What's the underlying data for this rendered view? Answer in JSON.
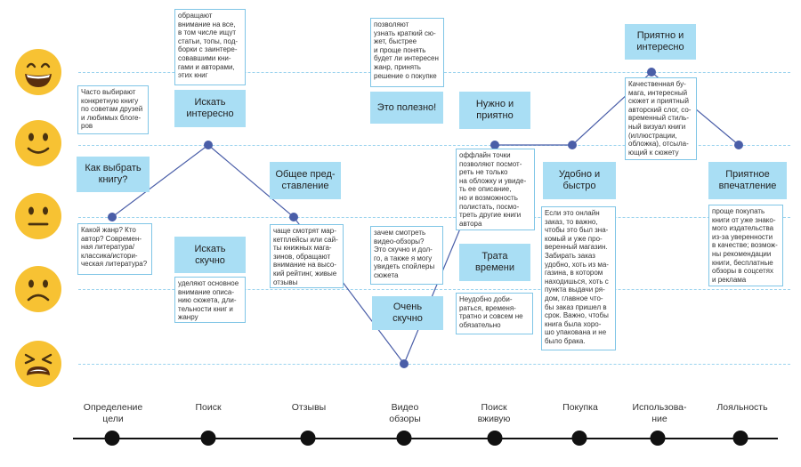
{
  "colors": {
    "label_bg": "#a9def4",
    "note_border": "#7fc5e6",
    "dashed_line": "#9bd3ee",
    "curve": "#4a5ea8",
    "timeline": "#111111",
    "emoji_face": "#f7c233"
  },
  "emotion_levels": [
    {
      "icon": "grinning-face-icon"
    },
    {
      "icon": "slightly-smiling-face-icon"
    },
    {
      "icon": "neutral-face-icon"
    },
    {
      "icon": "frowning-face-icon"
    },
    {
      "icon": "tired-face-icon"
    }
  ],
  "stages": [
    {
      "name": "Определение\nцели"
    },
    {
      "name": "Поиск"
    },
    {
      "name": "Отзывы"
    },
    {
      "name": "Видео\nобзоры"
    },
    {
      "name": "Поиск\nвживую"
    },
    {
      "name": "Покупка"
    },
    {
      "name": "Использова-\nние"
    },
    {
      "name": "Лояльность"
    }
  ],
  "journey_levels": [
    2,
    1,
    2,
    4,
    1,
    1,
    0,
    1
  ],
  "positive": [
    {
      "title": "Как выбрать\nкнигу?",
      "note": "Часто выбирают\nконкретную книгу\nпо советам друзей\nи любимых блоге-\nров"
    },
    {
      "title": "Искать\nинтересно",
      "note": "обращают\nвнимание на все,\nв том числе ищут\nстатьи, топы, под-\nборки с заинтере-\nсовавшими кни-\nгами и авторами,\nэтих книг"
    },
    {
      "title": "Общее пред-\nставление",
      "note": ""
    },
    {
      "title": "Это полезно!",
      "note": "позволяют\nузнать краткий сю-\nжет, быстрее\nи проще понять\nбудет ли интересен\nжанр, принять\nрешение о покупке"
    },
    {
      "title": "Нужно и\nприятно",
      "note": "оффлайн точки\nпозволяют посмот-\nреть не только\nна обложку и увиде-\nть ее описание,\nно и возможность\nполистать, посмо-\nтреть другие книги\nавтора"
    },
    {
      "title": "Удобно и\nбыстро",
      "note": "Если это онлайн\nзаказ, то важно,\nчтобы это был зна-\nкомый и уже про-\nверенный магазин.\nЗабирать заказ\nудобно, хоть из ма-\nгазина, в котором\nнаходишься, хоть с\nпункта выдачи ря-\nдом, главное что-\nбы заказ пришел в\nсрок. Важно, чтобы\nкнига была хоро-\nшо упакована и не\nбыло брака."
    },
    {
      "title": "Приятно и\nинтересно",
      "note": "Качественная бу-\nмага, интересный\nсюжет и приятный\nавторский слог, со-\nвременный стиль-\nный визуал книги\n(иллюстрации,\nобложка), отсыла-\nющий к сюжету"
    },
    {
      "title": "Приятное\nвпечатление",
      "note": "проще покупать\nкниги от уже знако-\nмого издательства\nиз-за уверенности\nв качестве; возмож-\nны рекомендации\nкниги, бесплатные\nобзоры в соцсетях\nи реклама"
    }
  ],
  "negative": [
    {
      "title": "",
      "note": "Какой жанр? Кто\nавтор? Современ-\nная литература/\nклассика/истори-\nческая литература?"
    },
    {
      "title": "Искать\nскучно",
      "note": "уделяют основное\nвнимание описа-\nнию сюжета, дли-\nтельности книг и\nжанру"
    },
    {
      "title": "",
      "note": "чаще смотрят мар-\nкетплейсы или сай-\nты книжных мага-\nзинов, обращают\nвнимание на высо-\nкий рейтинг, живые\nотзывы"
    },
    {
      "title": "Очень\nскучно",
      "note": "зачем смотреть\nвидео-обзоры?\nЭто скучно и дол-\nго, а также я могу\nувидеть спойлеры\nсюжета"
    },
    {
      "title": "Трата\nвремени",
      "note": "Неудобно доби-\nраться, временя-\nтратно и совсем не\nобязательно"
    }
  ]
}
